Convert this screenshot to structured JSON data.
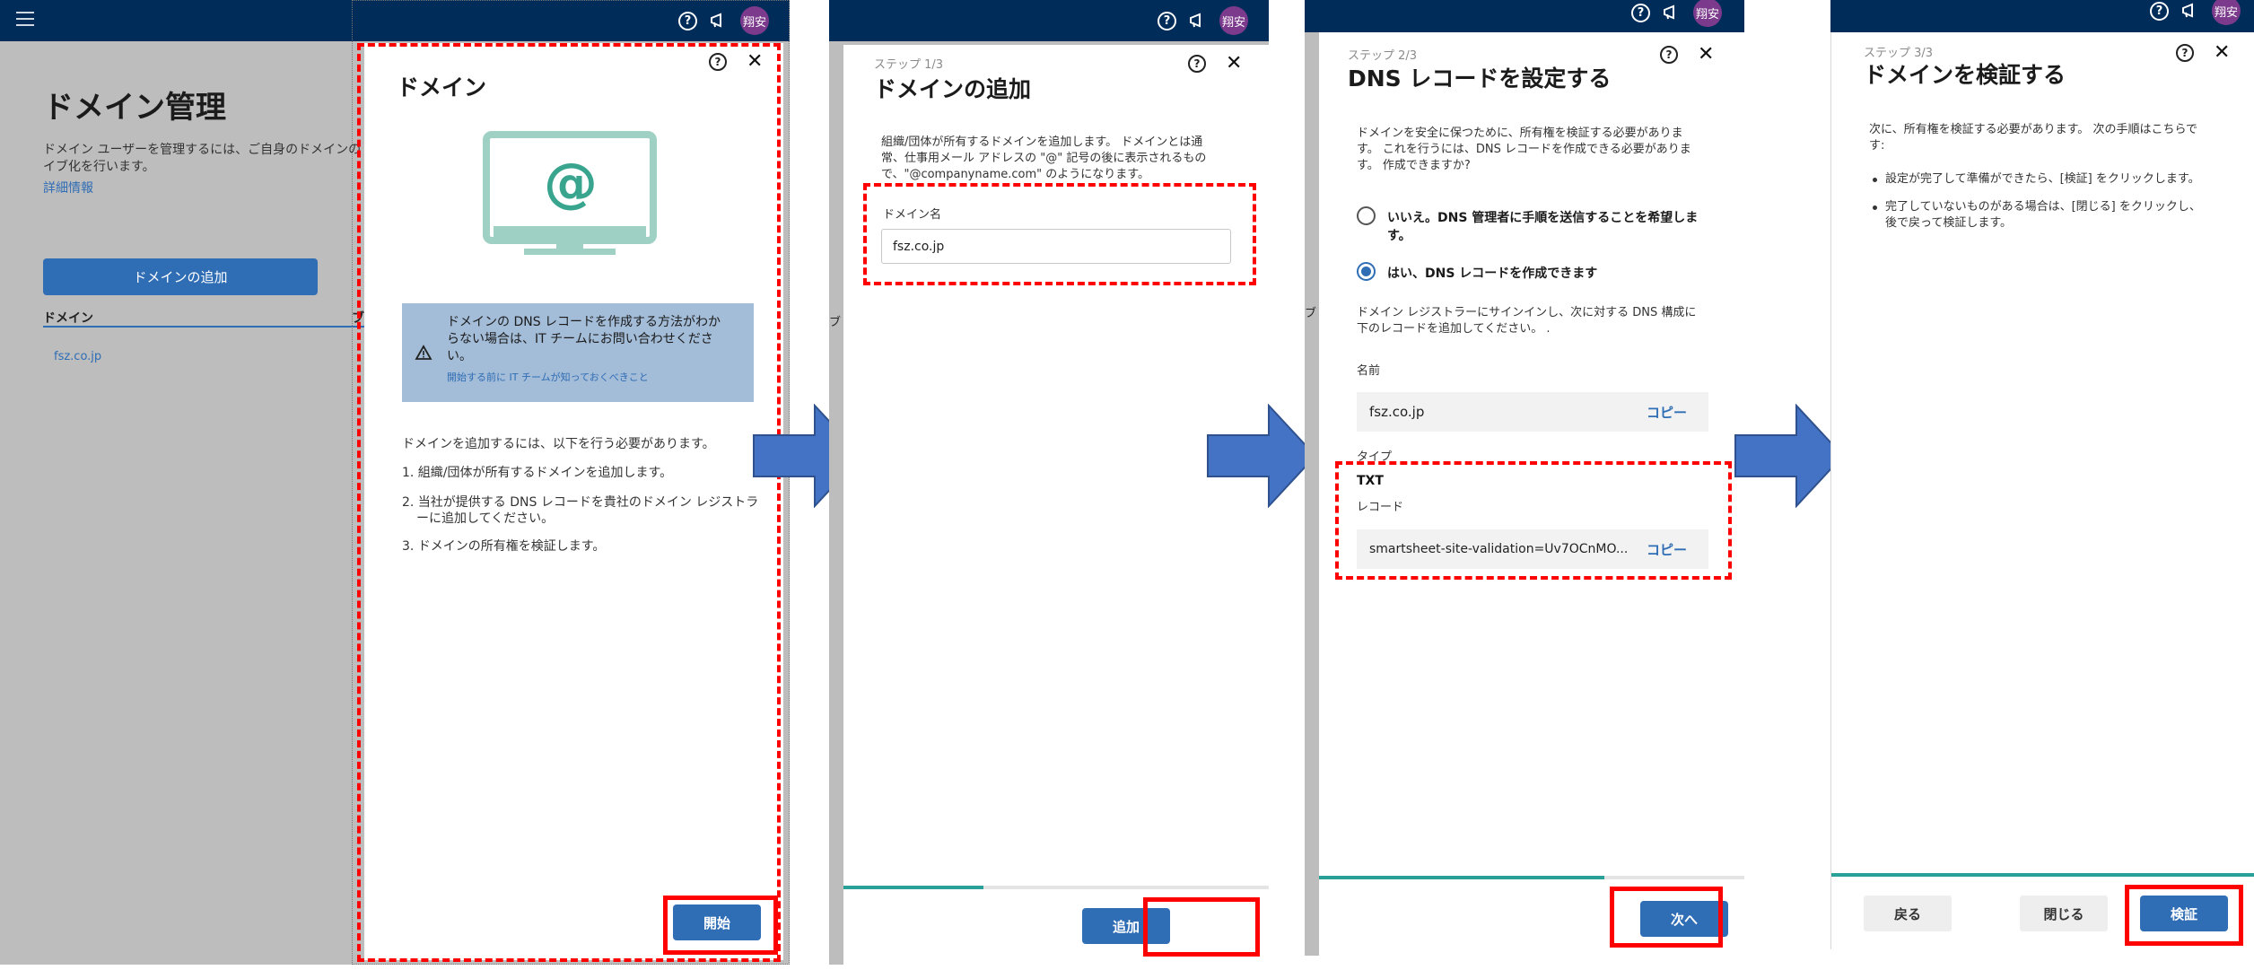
{
  "topbar": {
    "help": "?",
    "avatar": "翔安"
  },
  "screen1": {
    "page_title": "ドメイン管理",
    "description": "ドメイン ユーザーを管理するには、ご自身のドメインの",
    "description2": "イブ化を行います。",
    "more_info": "詳細情報",
    "add_domain_button": "ドメインの追加",
    "table_header": "ドメイン",
    "table_header_cut": "ブ",
    "table_row": "fsz.co.jp",
    "panel": {
      "title": "ドメイン",
      "alert_line1": "ドメインの DNS レコードを作成する方法がわか",
      "alert_line2": "らない場合は、IT チームにお問い合わせくださ",
      "alert_line3": "い。",
      "alert_link": "開始する前に IT チームが知っておくべきこと",
      "intro": "ドメインを追加するには、以下を行う必要があります。",
      "step1": "1. 組織/団体が所有するドメインを追加します。",
      "step2a": "2. 当社が提供する DNS レコードを貴社のドメイン レジストラ",
      "step2b": "ーに追加してください。",
      "step3": "3. ドメインの所有権を検証します。",
      "start_button": "開始"
    }
  },
  "screen2": {
    "step": "ステップ 1/3",
    "title": "ドメインの追加",
    "desc1": "組織/団体が所有するドメインを追加します。 ドメインとは通",
    "desc2": "常、仕事用メール アドレスの \"@\" 記号の後に表示されるもの",
    "desc3": "で、\"@companyname.com\" のようになります。",
    "field_label": "ドメイン名",
    "field_value": "fsz.co.jp",
    "edge_text": "ブ",
    "add_button": "追加",
    "progress": 0.33
  },
  "screen3": {
    "step": "ステップ 2/3",
    "title": "DNS レコードを設定する",
    "desc1": "ドメインを安全に保つために、所有権を検証する必要がありま",
    "desc2": "す。 これを行うには、DNS レコードを作成できる必要がありま",
    "desc3": "す。 作成できますか?",
    "radio_no_line1": "いいえ。DNS 管理者に手順を送信することを希望しま",
    "radio_no_line2": "す。",
    "radio_yes": "はい、DNS レコードを作成できます",
    "registrar1": "ドメイン レジストラーにサインインし、次に対する DNS 構成に",
    "registrar2": "下のレコードを追加してください。 .",
    "name_label": "名前",
    "name_value": "fsz.co.jp",
    "copy": "コピー",
    "type_label": "タイプ",
    "type_value": "TXT",
    "record_label": "レコード",
    "record_value": "smartsheet-site-validation=Uv7OCnMO...",
    "edge_text": "ブ",
    "next_button": "次へ",
    "progress": 0.67
  },
  "screen4": {
    "step": "ステップ 3/3",
    "title": "ドメインを検証する",
    "desc1": "次に、所有権を検証する必要があります。 次の手順はこちらで",
    "desc2": "す:",
    "bullet1": "設定が完了して準備ができたら、[検証] をクリックします。",
    "bullet2a": "完了していないものがある場合は、[閉じる] をクリックし、",
    "bullet2b": "後で戻って検証します。",
    "back_button": "戻る",
    "close_button": "閉じる",
    "verify_button": "検証",
    "progress": 1.0
  },
  "colors": {
    "navy": "#002c5a",
    "blue": "#2f6db5",
    "teal": "#2aa198",
    "red": "#ff0000",
    "arrow": "#4472c4"
  }
}
